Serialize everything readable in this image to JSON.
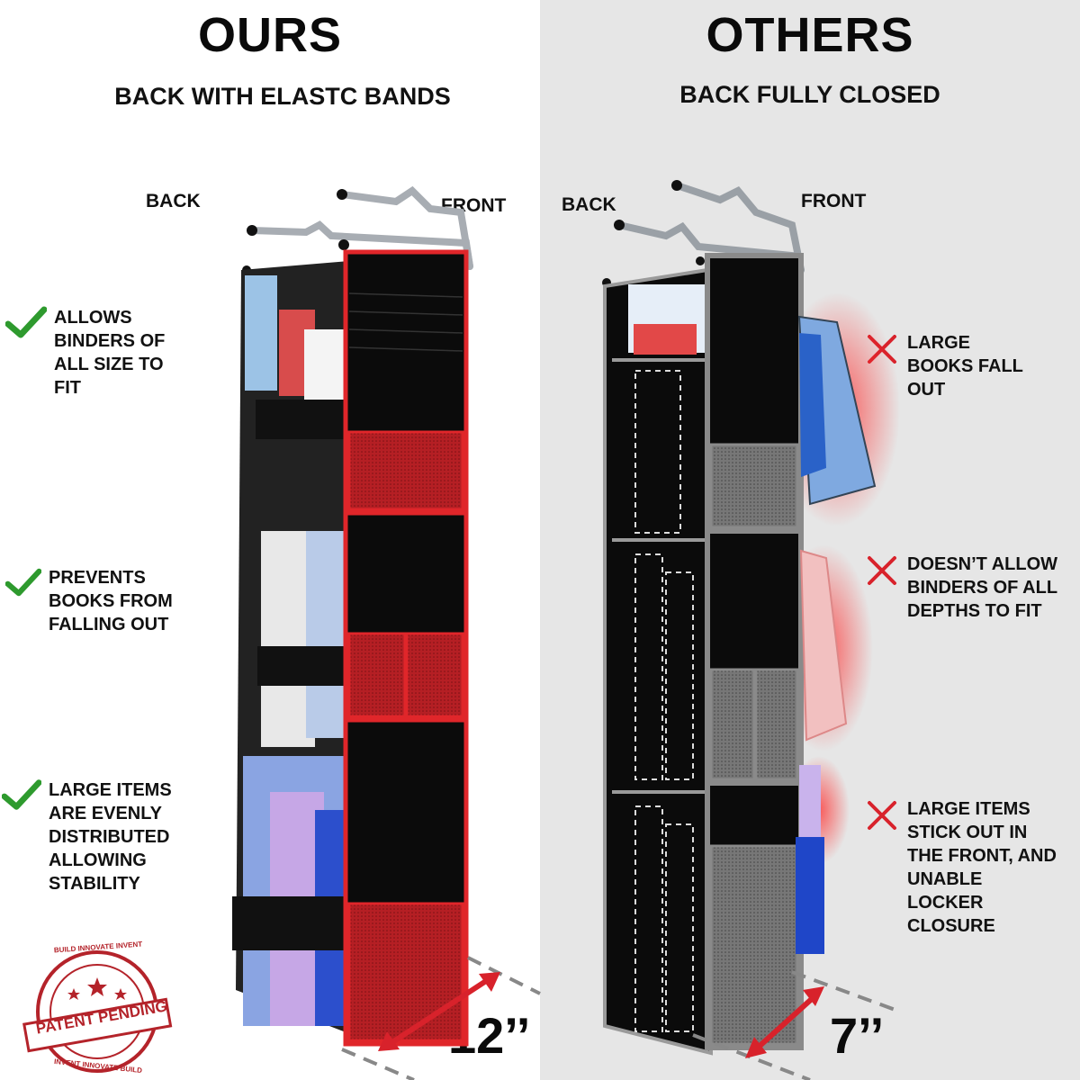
{
  "left": {
    "title": "OURS",
    "subtitle": "BACK WITH ELASTC BANDS",
    "back_label": "BACK",
    "front_label": "FRONT",
    "features": [
      "ALLOWS BINDERS OF ALL SIZE TO FIT",
      "PREVENTS BOOKS FROM FALLING OUT",
      "LARGE ITEMS ARE EVENLY DISTRIBUTED ALLOWING STABILITY"
    ],
    "dimension": "12’’",
    "stamp": {
      "main": "PATENT PENDING",
      "ring_top": "BUILD INNOVATE INVENT",
      "ring_bottom": "INVENT INNOVATE BUILD"
    }
  },
  "right": {
    "title": "OTHERS",
    "subtitle": "BACK FULLY CLOSED",
    "back_label": "BACK",
    "front_label": "FRONT",
    "features": [
      "LARGE BOOKS FALL OUT",
      "DOESN’T ALLOW BINDERS OF ALL DEPTHS TO FIT",
      "LARGE ITEMS STICK OUT IN THE FRONT, AND UNABLE LOCKER CLOSURE"
    ],
    "dimension": "7’’"
  },
  "colors": {
    "check": "#2e9a2e",
    "cross": "#d8222b",
    "ours_trim": "#e0262a",
    "others_trim": "#8a8a8a",
    "fabric": "#0b0b0b",
    "right_bg": "#e6e6e6"
  },
  "icons": {
    "check": "check-icon",
    "cross": "cross-icon",
    "arrow": "double-arrow-icon"
  }
}
